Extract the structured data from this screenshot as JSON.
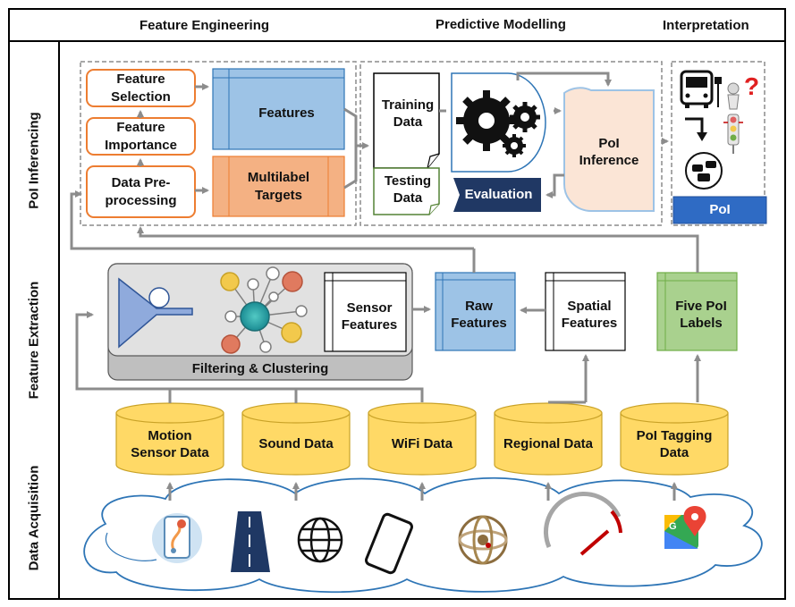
{
  "headers": {
    "feature_engineering": "Feature Engineering",
    "predictive_modelling": "Predictive Modelling",
    "interpretation": "Interpretation"
  },
  "rows": {
    "poi_inferencing": "PoI Inferencing",
    "feature_extraction": "Feature Extraction",
    "data_acquisition": "Data Acquisition"
  },
  "feature_engineering": {
    "feature_selection": "Feature\nSelection",
    "feature_importance": "Feature\nImportance",
    "data_preprocessing": "Data Pre-\nprocessing",
    "features": "Features",
    "multilabel_targets": "Multilabel\nTargets"
  },
  "predictive_modelling": {
    "training_data": "Training\nData",
    "testing_data": "Testing\nData",
    "evaluation": "Evaluation",
    "poi_inference": "PoI\nInference"
  },
  "interpretation": {
    "poi": "PoI"
  },
  "feature_extraction": {
    "filtering_clustering": "Filtering & Clustering",
    "sensor_features": "Sensor\nFeatures",
    "raw_features": "Raw\nFeatures",
    "spatial_features": "Spatial\nFeatures",
    "five_poi_labels": "Five PoI\nLabels"
  },
  "data_sources": [
    "Motion\nSensor Data",
    "Sound Data",
    "WiFi Data",
    "Regional Data",
    "PoI Tagging\nData"
  ],
  "colors": {
    "orange_border": "#ED7D31",
    "blue_fill": "#9DC3E6",
    "orange_fill": "#F4B183",
    "green_fill": "#A9D18E",
    "cylinder_fill": "#FFD966",
    "evaluation_fill": "#203864",
    "poi_button_fill": "#2F6BC4",
    "arrow_gray": "#8C8C8C",
    "cloud_stroke": "#2E75B6"
  }
}
